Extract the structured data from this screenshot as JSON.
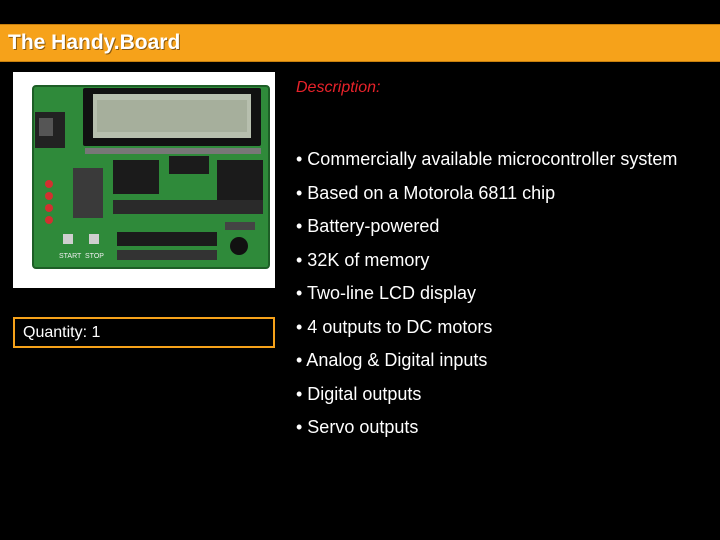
{
  "slide": {
    "title": "The Handy.Board",
    "description_label": "Description:",
    "quantity": "Quantity: 1",
    "bullets": [
      "• Commercially available microcontroller system",
      "• Based on a Motorola 6811 chip",
      "• Battery-powered",
      "• 32K of memory",
      "• Two-line LCD display",
      "• 4 outputs to DC motors",
      "• Analog & Digital inputs",
      "• Digital outputs",
      "• Servo outputs"
    ],
    "board_silkscreen": [
      "START",
      "STOP"
    ]
  },
  "colors": {
    "background": "#000000",
    "accent": "#f6a21a",
    "description": "#e8222a",
    "text": "#ffffff"
  }
}
